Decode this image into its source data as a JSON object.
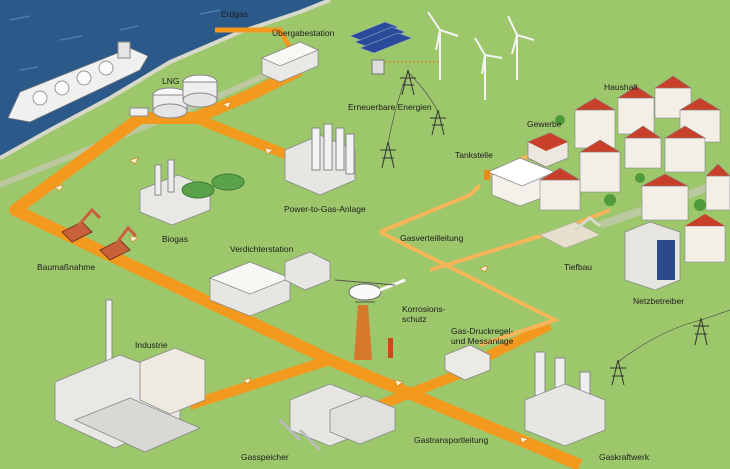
{
  "labels": {
    "erdgas": "Erdgas",
    "uebergabestation": "Übergabestation",
    "lng": "LNG",
    "erneuerbare_energien": "Erneuerbare Energien",
    "haushalt": "Haushalt",
    "gewerbe": "Gewerbe",
    "tankstelle": "Tankstelle",
    "power_to_gas": "Power-to-Gas-Anlage",
    "biogas": "Biogas",
    "gasverteilleitung": "Gasverteilleitung",
    "baumassnahme": "Baumaßnahme",
    "verdichterstation": "Verdichterstation",
    "tiefbau": "Tiefbau",
    "netzbetreiber": "Netzbetreiber",
    "industrie": "Industrie",
    "korrosionsschutz_line1": "Korrosions-",
    "korrosionsschutz_line2": "schutz",
    "druckregel_line1": "Gas-Druckregel-",
    "druckregel_line2": "und Messanlage",
    "gasspeicher": "Gasspeicher",
    "gastransportleitung": "Gastransportleitung",
    "gaskraftwerk": "Gaskraftwerk"
  },
  "colors": {
    "ground": "#9cc76b",
    "sea": "#2b5a8a",
    "pipeline_main": "#f39a1e",
    "pipeline_light": "#f7b55a",
    "road": "#c9c9b6"
  }
}
